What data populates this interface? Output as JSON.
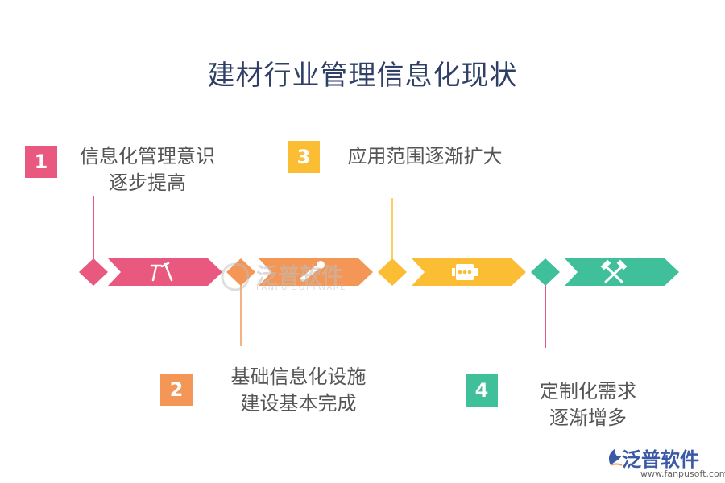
{
  "title": "建材行业管理信息化现状",
  "items": [
    {
      "num": "1",
      "line1": "信息化管理意识",
      "line2": "逐步提高",
      "color": "#e9587f",
      "icon": "tools-icon"
    },
    {
      "num": "2",
      "line1": "基础信息化设施",
      "line2": "建设基本完成",
      "color": "#f49656",
      "icon": "wrench-icon"
    },
    {
      "num": "3",
      "line1": "应用范围逐渐扩大",
      "line2": "",
      "color": "#fbbd33",
      "icon": "traffic-light-icon"
    },
    {
      "num": "4",
      "line1": "定制化需求",
      "line2": "逐渐增多",
      "color": "#3fbf9a",
      "icon": "hammer-cross-icon"
    }
  ],
  "watermark": {
    "text": "泛普软件",
    "sub": "FANPU SOFTWARE"
  },
  "logo": {
    "text": "泛普软件",
    "url": "www.fanpusoft.com"
  }
}
